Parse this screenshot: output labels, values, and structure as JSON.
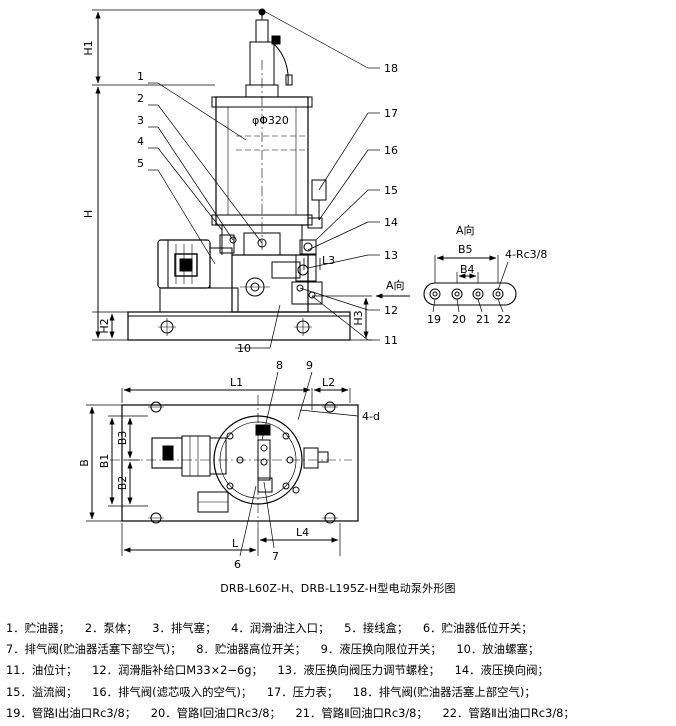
{
  "drawing": {
    "side_view": {
      "dims": {
        "h1": "H1",
        "h": "H",
        "h2": "H2",
        "h3": "H3",
        "l3": "L3"
      },
      "diameter": "φΦ320",
      "a_dir": "A向",
      "callouts": [
        "1",
        "2",
        "3",
        "4",
        "5",
        "10",
        "11",
        "12",
        "13",
        "14",
        "15",
        "16",
        "17",
        "18"
      ]
    },
    "port_view": {
      "title": "A向",
      "b5": "B5",
      "b4": "B4",
      "thread": "4-Rc3/8",
      "ports": [
        "19",
        "20",
        "21",
        "22"
      ]
    },
    "plan_view": {
      "dims": {
        "l1": "L1",
        "l2": "L2",
        "l": "L",
        "l4": "L4",
        "b": "B",
        "b1": "B1",
        "b2": "B2",
        "b3": "B3",
        "holes": "4-d"
      },
      "callouts": [
        "8",
        "9",
        "6",
        "7"
      ]
    }
  },
  "caption": "DRB-L60Z-H、DRB-L195Z-H型电动泵外形图",
  "legend": [
    [
      "1．贮油器；",
      "2．泵体；",
      "3．排气塞；",
      "4．润滑油注入口；",
      "5．接线盒；",
      "6．贮油器低位开关；"
    ],
    [
      "7．排气阀(贮油器活塞下部空气)；",
      "8．贮油器高位开关；",
      "9．液压换向限位开关；",
      "10．放油螺塞；"
    ],
    [
      "11．油位计；",
      "12．润滑脂补给口M33×2−6g；",
      "13．液压换向阀压力调节螺栓；",
      "14．液压换向阀；"
    ],
    [
      "15．溢流阀；",
      "16．排气阀(滤芯吸入的空气)；",
      "17．压力表；",
      "18．排气阀(贮油器活塞上部空气)；"
    ],
    [
      "19．管路Ⅰ出油口Rc3/8；",
      "20．管路Ⅰ回油口Rc3/8；",
      "21．管路Ⅱ回油口Rc3/8；",
      "22．管路Ⅱ出油口Rc3/8；"
    ]
  ]
}
